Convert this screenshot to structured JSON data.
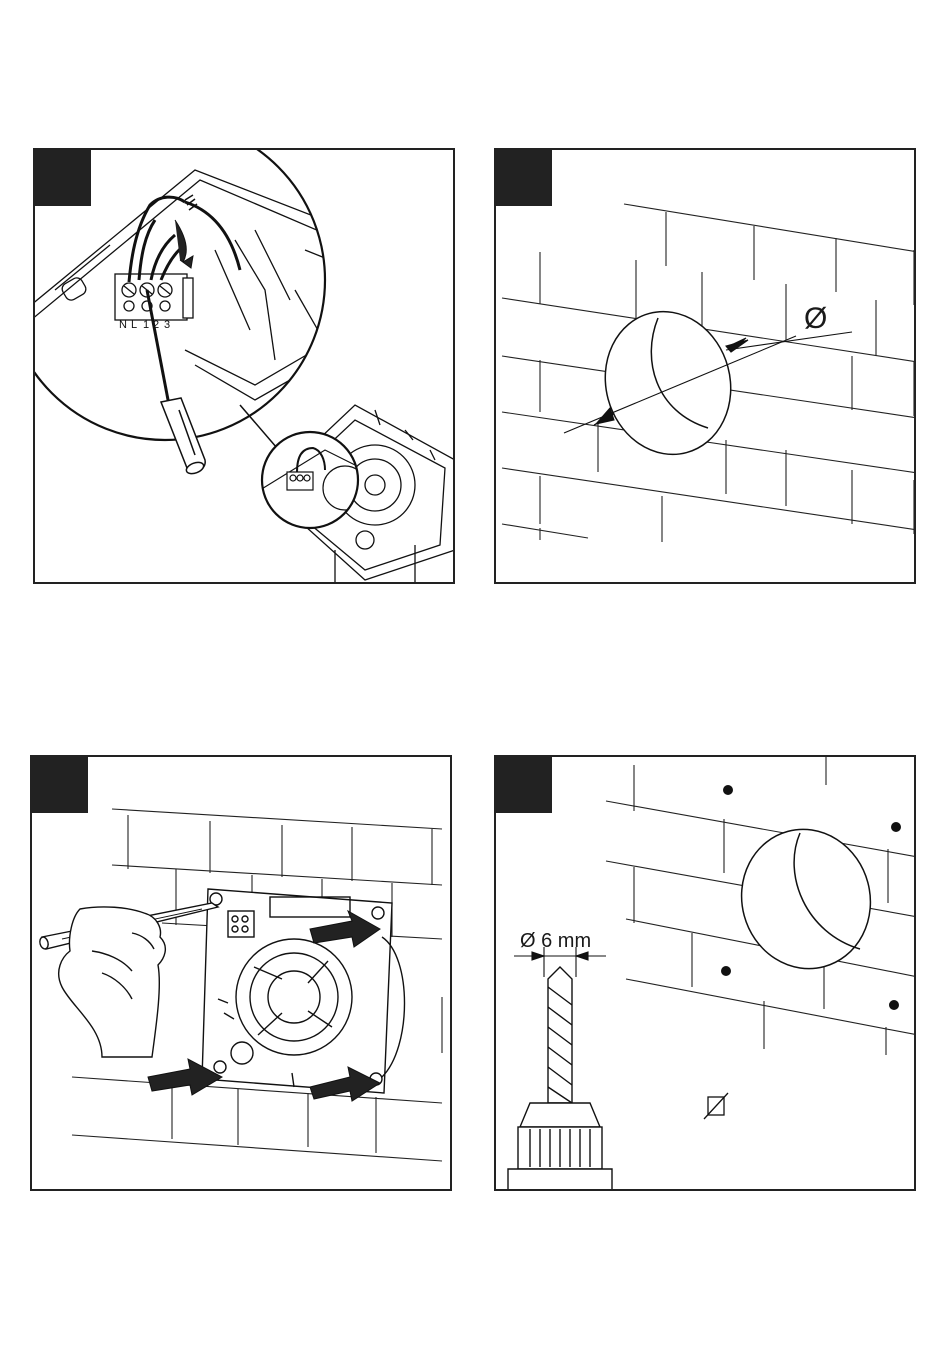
{
  "panels": {
    "wiring": {
      "terminal_labels": [
        "N",
        "L",
        "1",
        "2",
        "3"
      ]
    },
    "hole": {
      "diameter_symbol": "Ø"
    },
    "marking": {},
    "drilling": {
      "drill_diameter": "Ø 6 mm"
    }
  },
  "colors": {
    "ink": "#1a1a1a",
    "panel_border": "#222222",
    "tab_fill": "#222222"
  },
  "icons": [
    "screwdriver-icon",
    "terminal-block-icon",
    "fan-icon",
    "pencil-icon",
    "hand-icon",
    "drill-bit-icon",
    "wall-plug-icon",
    "arrow-icon"
  ]
}
